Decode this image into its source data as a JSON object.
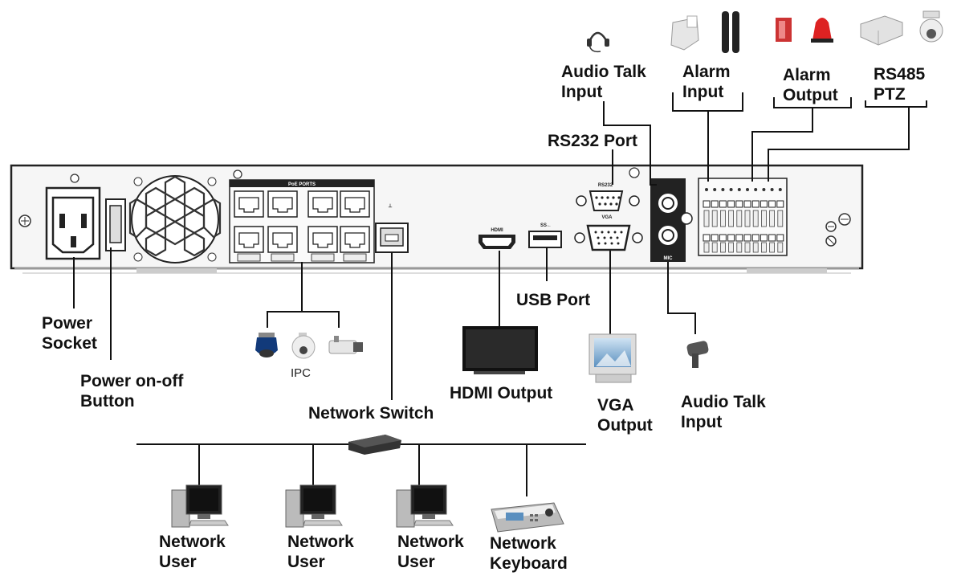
{
  "labels": {
    "audio_talk_input_top": [
      "Audio Talk",
      "Input"
    ],
    "alarm_input": [
      "Alarm",
      "Input"
    ],
    "alarm_output": [
      "Alarm",
      "Output"
    ],
    "rs485_ptz": [
      "RS485",
      "PTZ"
    ],
    "rs232_port": "RS232 Port",
    "power_socket": [
      "Power",
      "Socket"
    ],
    "power_button": [
      "Power on-off",
      "Button"
    ],
    "ipc": "IPC",
    "network_switch": "Network Switch",
    "usb_port": "USB Port",
    "hdmi_output": "HDMI Output",
    "vga_output": [
      "VGA",
      "Output"
    ],
    "audio_talk_input_bottom": [
      "Audio Talk",
      "Input"
    ],
    "network_user_1": [
      "Network",
      "User"
    ],
    "network_user_2": [
      "Network",
      "User"
    ],
    "network_user_3": [
      "Network",
      "User"
    ],
    "network_keyboard": [
      "Network",
      "Keyboard"
    ]
  },
  "panel_text": {
    "poe_ports": "PoE PORTS",
    "rs232": "RS232",
    "vga": "VGA",
    "hdmi": "HDMI",
    "usb": "SS←",
    "mic": "MIC"
  }
}
